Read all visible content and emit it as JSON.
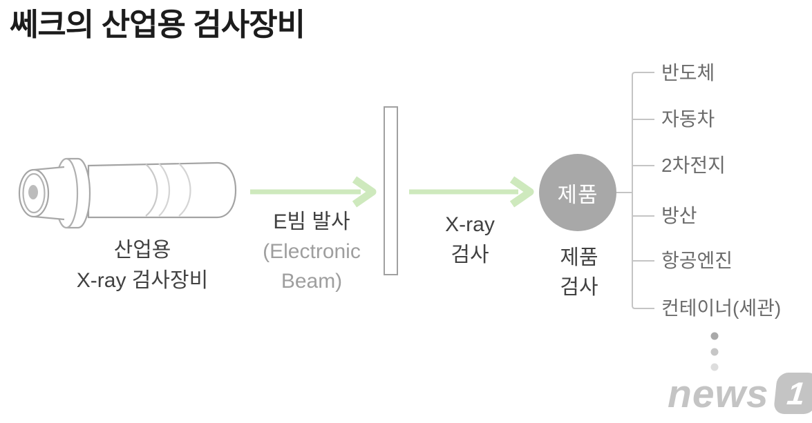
{
  "title": "쎄크의 산업용 검사장비",
  "device": {
    "caption_line1": "산업용",
    "caption_line2": "X-ray 검사장비"
  },
  "ebeam_label": {
    "main": "E빔 발사",
    "sub_line1": "(Electronic",
    "sub_line2": "Beam)"
  },
  "xray_label": {
    "line1": "X-ray",
    "line2": "검사"
  },
  "product": {
    "circle_label": "제품",
    "caption_line1": "제품",
    "caption_line2": "검사"
  },
  "applications": [
    "반도체",
    "자동차",
    "2차전지",
    "방산",
    "항공엔진",
    "컨테이너(세관)"
  ],
  "watermark": {
    "text": "news",
    "badge": "1"
  },
  "colors": {
    "arrow_green": "#cee9bd",
    "circle_gray": "#a8a8a8",
    "tree_line": "#c4c4c4",
    "device_stroke": "#a5a5a5",
    "dark_text": "#414141",
    "muted_text": "#9e9e9e",
    "list_text": "#6b6b6b",
    "title_text": "#1c1c1c",
    "watermark_gray": "#c4c4c4"
  }
}
